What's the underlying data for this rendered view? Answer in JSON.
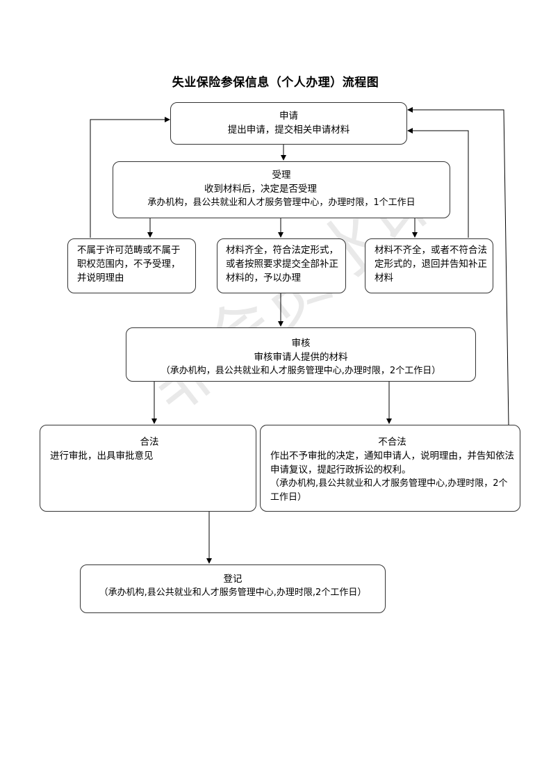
{
  "title": "失业保险参保信息（个人办理）流程图",
  "watermark": "非会员水印",
  "apply": {
    "heading": "申请",
    "line1": "提出申请，提交相关申请材料"
  },
  "accept": {
    "heading": "受理",
    "line1": "收到材料后，决定是否受理",
    "line2": "承办机构，县公共就业和人才服务管理中心，办理时限，1个工作日"
  },
  "reject": {
    "text": "不属于许可范畴或不属于职权范围内，不予受理，并说明理由"
  },
  "complete": {
    "text": "材料齐全，符合法定形式，或者按照要求提交全部补正材料的，予以办理"
  },
  "incomplete": {
    "text": "材料不齐全，或者不符合法定形式的，退回并告知补正材料"
  },
  "review": {
    "heading": "审核",
    "line1": "审核审请人提供的材料",
    "line2": "（承办机构，县公共就业和人才服务管理中心,办理时限，2个工作日）"
  },
  "legal": {
    "heading": "合法",
    "line1": "进行审批，出具审批意见"
  },
  "illegal": {
    "heading": "不合法",
    "line1": "作出不予审批的决定，通知申请人，说明理由，并告知依法申请复议，提起行政拆讼的权利。",
    "line2": "（承办机构,县公共就业和人才服务管理中心,办理时限，2个工作日）"
  },
  "register": {
    "heading": "登记",
    "line1": "（承办机构,县公共就业和人才服务管理中心,办理时限,2个工作日）"
  }
}
